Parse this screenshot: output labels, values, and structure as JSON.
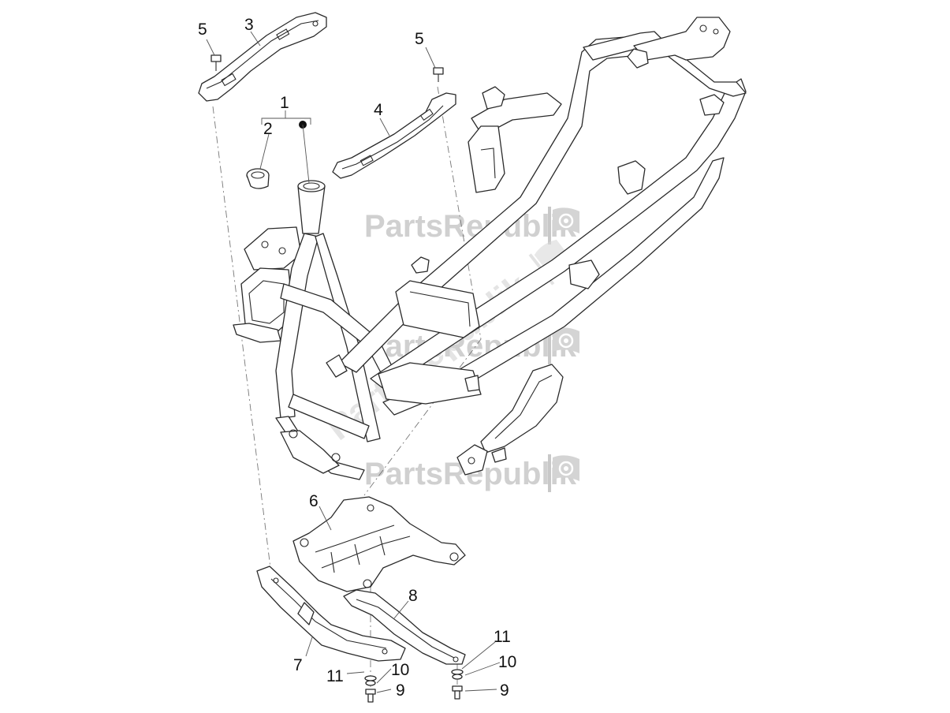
{
  "watermark": {
    "text": "PartsRepublik",
    "color": "#c8c8c8"
  },
  "callouts": {
    "c1": "1",
    "c2": "2",
    "c3": "3",
    "c4": "4",
    "c5a": "5",
    "c5b": "5",
    "c6": "6",
    "c7": "7",
    "c8": "8",
    "c9a": "9",
    "c9b": "9",
    "c10a": "10",
    "c10b": "10",
    "c11a": "11",
    "c11b": "11"
  },
  "icons": [
    "flag-gear-icon",
    "bolt-icon",
    "washer-icon",
    "bushing-icon"
  ]
}
